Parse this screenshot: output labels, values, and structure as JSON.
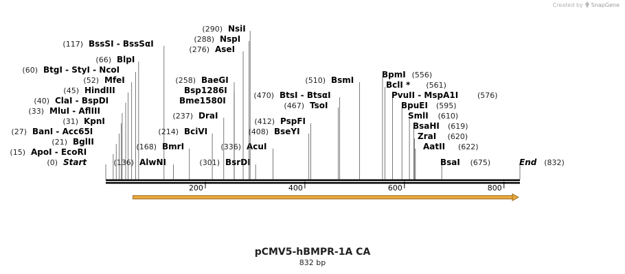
{
  "credit": {
    "prefix": "Created by",
    "brand": "SnapGene",
    "icon": "snapgene-logo-icon"
  },
  "map": {
    "title": "pCMV5-hBMPR-1A CA",
    "length_label": "832 bp",
    "length": 832,
    "ruler_ticks": [
      200,
      400,
      600,
      800
    ],
    "feature_arrow": {
      "start": 60,
      "end": 832,
      "color": "#e8a93b",
      "direction": "forward"
    },
    "sites": [
      {
        "label": "Start",
        "pos": 0,
        "num": "(0)",
        "italic": true
      },
      {
        "label": "ApoI  - EcoRI",
        "pos": 15,
        "num": "(15)"
      },
      {
        "label": "BanI  - Acc65I",
        "pos": 27,
        "num": "(27)"
      },
      {
        "label": "BglII",
        "pos": 21,
        "num": "(21)"
      },
      {
        "label": "KpnI",
        "pos": 31,
        "num": "(31)"
      },
      {
        "label": "MluI  - AflIII",
        "pos": 33,
        "num": "(33)"
      },
      {
        "label": "ClaI  - BspDI",
        "pos": 40,
        "num": "(40)"
      },
      {
        "label": "HindIII",
        "pos": 45,
        "num": "(45)"
      },
      {
        "label": "MfeI",
        "pos": 52,
        "num": "(52)"
      },
      {
        "label": "BtgI  - StyI  - NcoI",
        "pos": 60,
        "num": "(60)"
      },
      {
        "label": "BlpI",
        "pos": 66,
        "num": "(66)"
      },
      {
        "label": "BssSI  - BssSαI",
        "pos": 117,
        "num": "(117)"
      },
      {
        "label": "AlwNI",
        "pos": 136,
        "num": "(136)"
      },
      {
        "label": "BmrI",
        "pos": 168,
        "num": "(168)"
      },
      {
        "label": "BciVI",
        "pos": 214,
        "num": "(214)"
      },
      {
        "label": "DraI",
        "pos": 237,
        "num": "(237)"
      },
      {
        "label": "Bme1580I",
        "pos": 258,
        "num": ""
      },
      {
        "label": "Bsp1286I",
        "pos": 258,
        "num": ""
      },
      {
        "label": "BaeGI",
        "pos": 258,
        "num": "(258)"
      },
      {
        "label": "BsrDI",
        "pos": 301,
        "num": "(301)"
      },
      {
        "label": "AcuI",
        "pos": 336,
        "num": "(336)"
      },
      {
        "label": "AseI",
        "pos": 276,
        "num": "(276)"
      },
      {
        "label": "NspI",
        "pos": 288,
        "num": "(288)"
      },
      {
        "label": "NsiI",
        "pos": 290,
        "num": "(290)"
      },
      {
        "label": "BseYI",
        "pos": 408,
        "num": "(408)"
      },
      {
        "label": "PspFI",
        "pos": 412,
        "num": "(412)"
      },
      {
        "label": "TsoI",
        "pos": 467,
        "num": "(467)"
      },
      {
        "label": "BtsI  - BtsαI",
        "pos": 470,
        "num": "(470)"
      },
      {
        "label": "BsmI",
        "pos": 510,
        "num": "(510)"
      },
      {
        "label": "BpmI",
        "pos": 556,
        "num": "(556)"
      },
      {
        "label": "BclI *",
        "pos": 561,
        "num": "(561)"
      },
      {
        "label": "PvuII  - MspA1I",
        "pos": 576,
        "num": "(576)"
      },
      {
        "label": "BpuEI",
        "pos": 595,
        "num": "(595)"
      },
      {
        "label": "SmlI",
        "pos": 610,
        "num": "(610)"
      },
      {
        "label": "BsaHI",
        "pos": 619,
        "num": "(619)"
      },
      {
        "label": "ZraI",
        "pos": 620,
        "num": "(620)"
      },
      {
        "label": "AatII",
        "pos": 622,
        "num": "(622)"
      },
      {
        "label": "BsaI",
        "pos": 675,
        "num": "(675)"
      },
      {
        "label": "End",
        "pos": 832,
        "num": "(832)",
        "italic": true
      }
    ]
  }
}
